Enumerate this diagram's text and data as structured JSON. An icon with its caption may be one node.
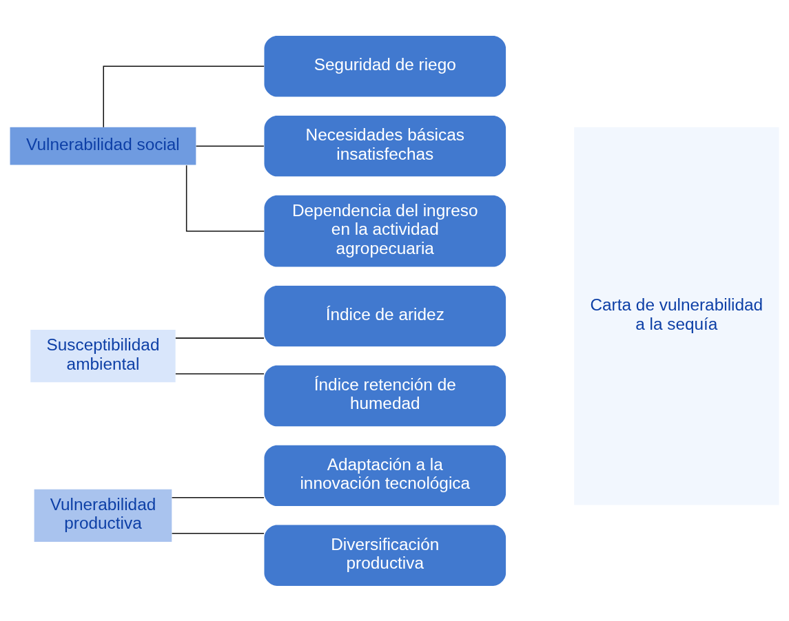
{
  "diagram": {
    "nodes": [
      {
        "text": [
          "Vulnerabilidad social"
        ]
      },
      {
        "text": [
          "Seguridad de riego"
        ]
      },
      {
        "text": [
          "Necesidades básicas insatisfechas"
        ]
      },
      {
        "text": [
          "Dependencia del ingreso en la actividad agropecuaria"
        ]
      },
      {
        "text": [
          "Susceptibilidad ambiental"
        ]
      },
      {
        "text": [
          "Índice de aridez"
        ]
      },
      {
        "text": [
          "Índice retención de humedad"
        ]
      },
      {
        "text": [
          "Vulnerabilidad productiva"
        ]
      },
      {
        "text": [
          "Adaptación a la innovación tecnológica"
        ]
      },
      {
        "text": [
          "Diversificación productiva"
        ]
      },
      {
        "text": [
          "Carta de vulnerabilidad a la sequía"
        ]
      }
    ],
    "edges": [
      {
        "from": 0,
        "to": 1,
        "arrow": "none"
      },
      {
        "from": 0,
        "to": 2,
        "arrow": "none"
      },
      {
        "from": 0,
        "to": 3,
        "arrow": "none"
      },
      {
        "from": 4,
        "to": 5,
        "arrow": "none"
      },
      {
        "from": 4,
        "to": 6,
        "arrow": "none"
      },
      {
        "from": 7,
        "to": 8,
        "arrow": "none"
      },
      {
        "from": 7,
        "to": 9,
        "arrow": "none"
      }
    ]
  }
}
